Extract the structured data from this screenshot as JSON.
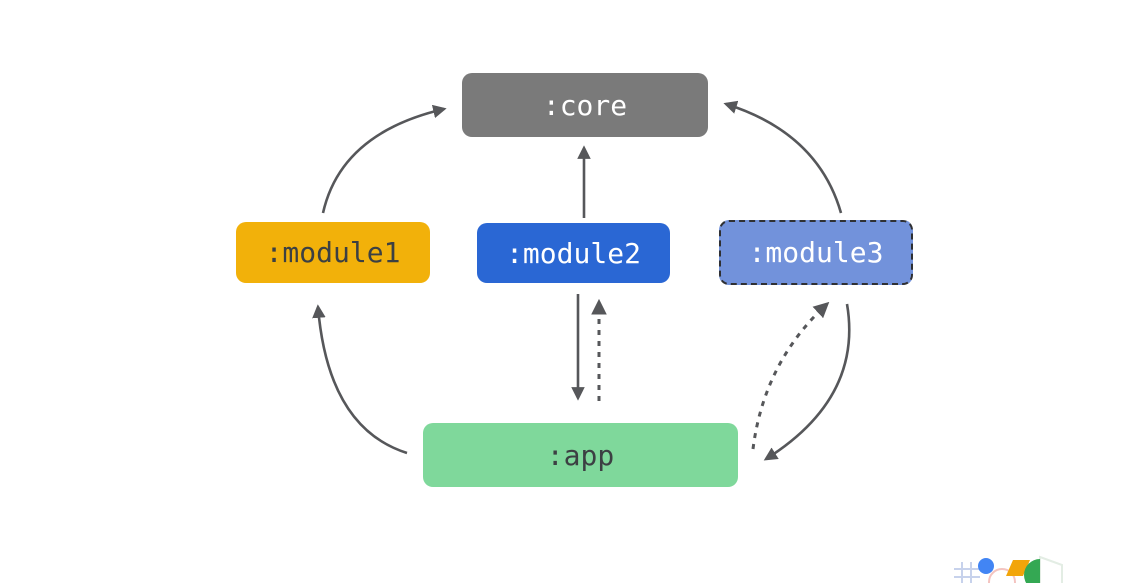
{
  "diagram": {
    "nodes": [
      {
        "id": "core",
        "label": ":core",
        "color": "#7A7A7A",
        "text_color": "#FFFFFF",
        "border_style": "none"
      },
      {
        "id": "module1",
        "label": ":module1",
        "color": "#F2B10A",
        "text_color": "#3C4043",
        "border_style": "none"
      },
      {
        "id": "module2",
        "label": ":module2",
        "color": "#2A67D4",
        "text_color": "#FFFFFF",
        "border_style": "none"
      },
      {
        "id": "module3",
        "label": ":module3",
        "color": "#7292DB",
        "text_color": "#FFFFFF",
        "border_style": "dashed",
        "border_color": "#2F3033"
      },
      {
        "id": "app",
        "label": ":app",
        "color": "#7FD89B",
        "text_color": "#3C4043",
        "border_style": "none"
      }
    ],
    "edges": [
      {
        "from": "module1",
        "to": "core",
        "style": "solid",
        "shape": "curved"
      },
      {
        "from": "module2",
        "to": "core",
        "style": "solid",
        "shape": "straight"
      },
      {
        "from": "module3",
        "to": "core",
        "style": "solid",
        "shape": "curved"
      },
      {
        "from": "module2",
        "to": "app",
        "style": "solid",
        "shape": "straight"
      },
      {
        "from": "app",
        "to": "module2",
        "style": "dashed",
        "shape": "straight"
      },
      {
        "from": "app",
        "to": "module1",
        "style": "solid",
        "shape": "curved"
      },
      {
        "from": "module3",
        "to": "app",
        "style": "solid",
        "shape": "curved"
      },
      {
        "from": "app",
        "to": "module3",
        "style": "dashed",
        "shape": "curved"
      }
    ],
    "arrow_color": "#56575A"
  },
  "footer_logo": {
    "name": "google-decorative-logo",
    "colors": {
      "grid": "#C7D2EC",
      "dot": "#4285F4",
      "ring": "#F4C4C0",
      "parallelogram": "#F2A50A",
      "half_circle": "#34A853",
      "outline": "#E3EDE4"
    }
  }
}
